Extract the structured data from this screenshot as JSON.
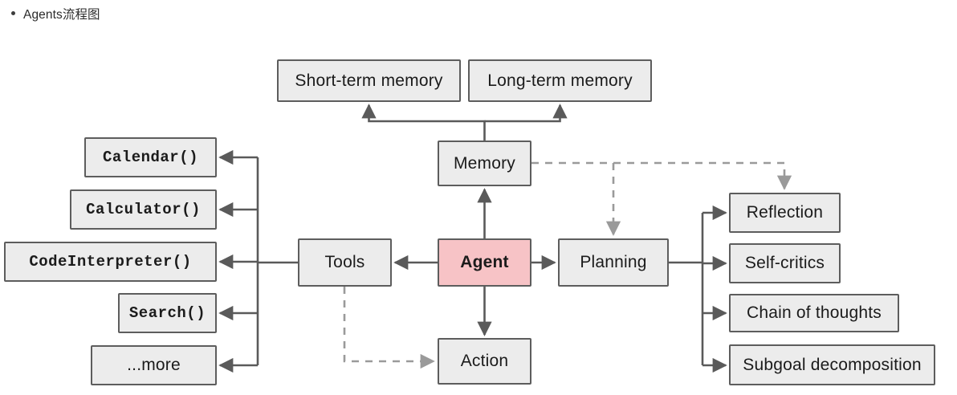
{
  "header": {
    "bullet_icon": "bullet-dot-icon",
    "text": "Agents流程图"
  },
  "diagram": {
    "title": "Agents流程图",
    "type": "flowchart",
    "colors": {
      "node_fill": "#ececec",
      "node_border": "#5d5d5d",
      "agent_fill": "#f7c3c6",
      "edge_solid": "#5a5a5a",
      "edge_dashed": "#9a9a9a",
      "background": "#ffffff",
      "text": "#1b1b1b"
    },
    "nodes": {
      "agent": "Agent",
      "memory": "Memory",
      "tools": "Tools",
      "planning": "Planning",
      "action": "Action",
      "short_term_memory": "Short-term memory",
      "long_term_memory": "Long-term memory",
      "calendar": "Calendar()",
      "calculator": "Calculator()",
      "code_interpreter": "CodeInterpreter()",
      "search": "Search()",
      "more": "...more",
      "reflection": "Reflection",
      "self_critics": "Self-critics",
      "chain_of_thoughts": "Chain of thoughts",
      "subgoal_decomposition": "Subgoal decomposition"
    },
    "edges": [
      {
        "from": "Agent",
        "to": "Memory",
        "style": "solid",
        "arrow": "single"
      },
      {
        "from": "Agent",
        "to": "Tools",
        "style": "solid",
        "arrow": "single"
      },
      {
        "from": "Agent",
        "to": "Planning",
        "style": "solid",
        "arrow": "single"
      },
      {
        "from": "Agent",
        "to": "Action",
        "style": "solid",
        "arrow": "single"
      },
      {
        "from": "Memory",
        "to": "Short-term memory",
        "style": "solid",
        "arrow": "single"
      },
      {
        "from": "Memory",
        "to": "Long-term memory",
        "style": "solid",
        "arrow": "single"
      },
      {
        "from": "Tools",
        "to": "Calendar()",
        "style": "solid",
        "arrow": "single"
      },
      {
        "from": "Tools",
        "to": "Calculator()",
        "style": "solid",
        "arrow": "single"
      },
      {
        "from": "Tools",
        "to": "CodeInterpreter()",
        "style": "solid",
        "arrow": "single"
      },
      {
        "from": "Tools",
        "to": "Search()",
        "style": "solid",
        "arrow": "single"
      },
      {
        "from": "Tools",
        "to": "...more",
        "style": "solid",
        "arrow": "single"
      },
      {
        "from": "Planning",
        "to": "Reflection",
        "style": "solid",
        "arrow": "single"
      },
      {
        "from": "Planning",
        "to": "Self-critics",
        "style": "solid",
        "arrow": "single"
      },
      {
        "from": "Planning",
        "to": "Chain of thoughts",
        "style": "solid",
        "arrow": "single"
      },
      {
        "from": "Planning",
        "to": "Subgoal decomposition",
        "style": "solid",
        "arrow": "single"
      },
      {
        "from": "Memory",
        "to": "Planning",
        "style": "dashed",
        "arrow": "single"
      },
      {
        "from": "Memory",
        "to": "Reflection",
        "style": "dashed",
        "arrow": "single"
      },
      {
        "from": "Tools",
        "to": "Action",
        "style": "dashed",
        "arrow": "single"
      }
    ]
  }
}
